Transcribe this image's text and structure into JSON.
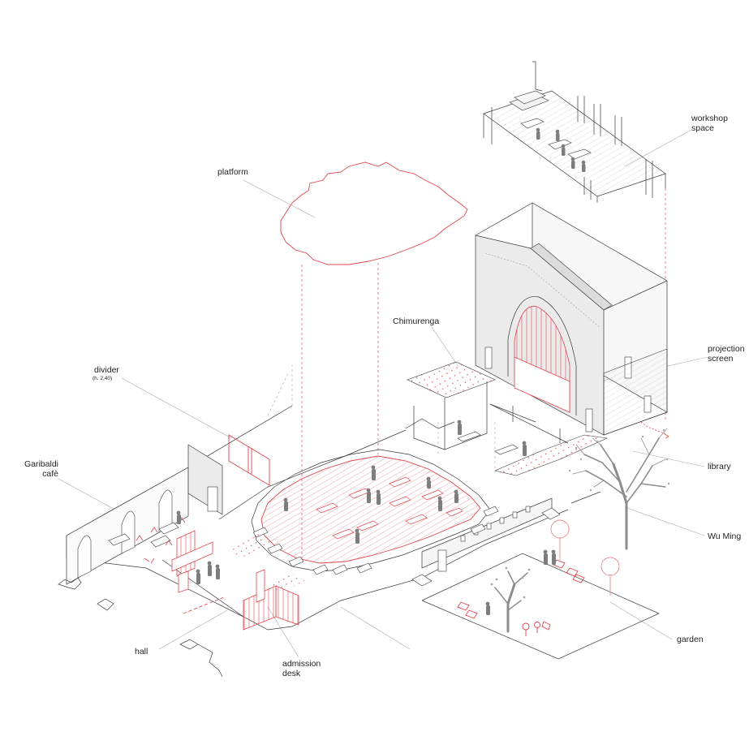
{
  "labels": {
    "platform": "platform",
    "workshop_space_1": "workshop",
    "workshop_space_2": "space",
    "chimurenga": "Chimurenga",
    "projection_screen_1": "projection",
    "projection_screen_2": "screen",
    "divider": "divider",
    "divider_height": "(h. 2,40)",
    "garibaldi_1": "Garibaldi",
    "garibaldi_2": "cafè",
    "library": "library",
    "wu_ming": "Wu Ming",
    "garden": "garden",
    "hall": "hall",
    "admission_desk_1": "admission",
    "admission_desk_2": "desk"
  },
  "colors": {
    "accent_red": "#e0454c",
    "hatch_red": "#e98b8f",
    "wall_grey": "#ededed",
    "line": "#3a3a3a",
    "figure_grey": "#7d7d7d",
    "leader_grey": "#a9a9a9"
  }
}
